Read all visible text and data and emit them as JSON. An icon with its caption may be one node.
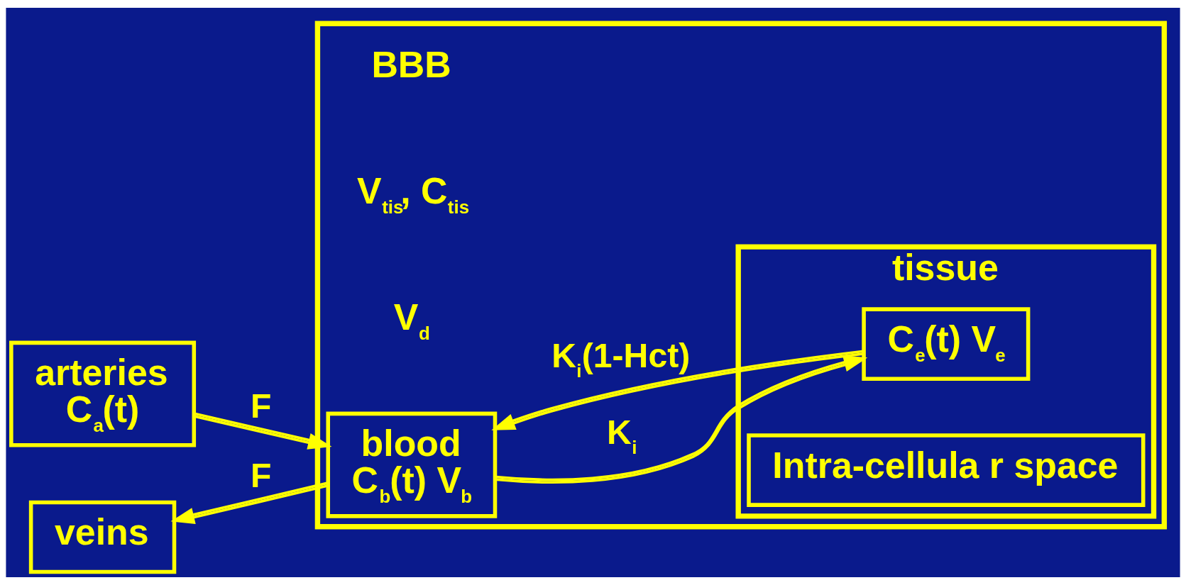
{
  "diagram": {
    "nodes": [
      {
        "text": [],
        "shape": "box"
      },
      {
        "text": [
          "arteries",
          "C$_{a}$(t)"
        ]
      },
      {
        "text": [
          "veins"
        ]
      },
      {
        "text": [
          "blood",
          "C$_{b}$(t) V$_{b}$"
        ],
        "in": 0
      },
      {
        "text": [
          "tissue"
        ],
        "in": 0
      },
      {
        "text": [
          "C$_{e}$(t) V$_{e}$"
        ],
        "in": 4
      },
      {
        "text": [
          "Intra-cellula r space"
        ],
        "in": 4
      }
    ],
    "edges": [
      {
        "from": 1,
        "to": 3,
        "arrow": "to",
        "label": "F"
      },
      {
        "from": 3,
        "to": 2,
        "arrow": "to",
        "label": "F"
      },
      {
        "from": 3,
        "to": 5,
        "arrow": "to",
        "label": "K$_{i}$"
      },
      {
        "from": 5,
        "to": 3,
        "arrow": "to",
        "label": "K$_{i}$(1-Hct)"
      }
    ],
    "labels": [
      "BBB",
      "V$_{tis}$, C$_{tis}$",
      "V$_{d}$"
    ]
  }
}
